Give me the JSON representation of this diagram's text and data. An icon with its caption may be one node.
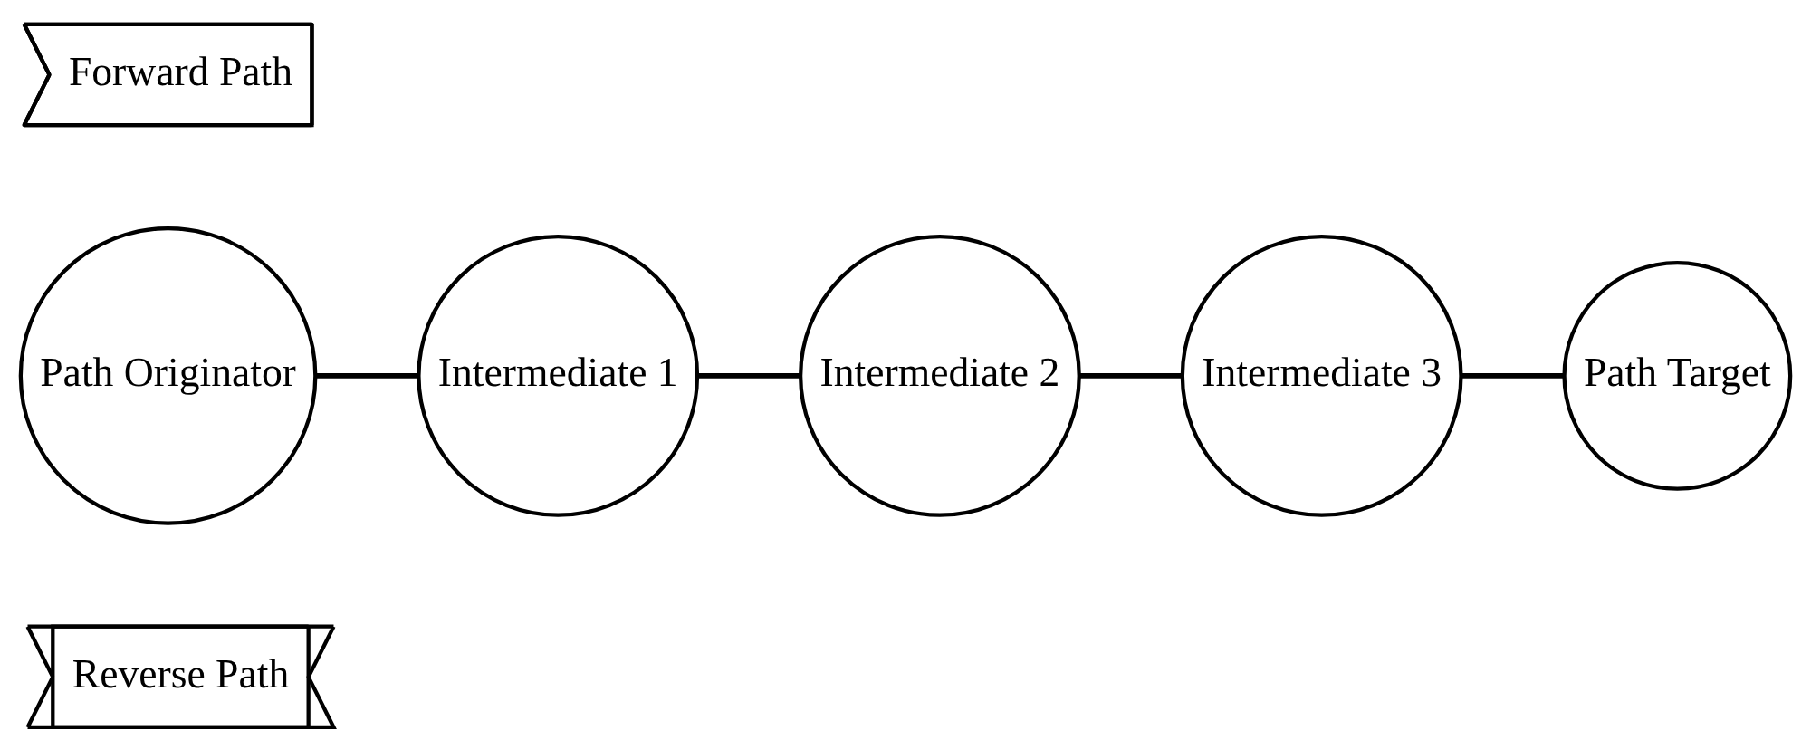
{
  "diagram": {
    "nodes": [
      {
        "text": [
          "Forward Path"
        ]
      },
      {
        "text": [
          "Path Originator"
        ]
      },
      {
        "text": [
          "Intermediate 1"
        ]
      },
      {
        "text": [
          "Intermediate 2"
        ]
      },
      {
        "text": [
          "Intermediate 3"
        ]
      },
      {
        "text": [
          "Path Target"
        ]
      },
      {
        "text": [
          "Reverse Path"
        ]
      }
    ],
    "edges": [
      {
        "from": 1,
        "to": 2,
        "arrow": "none"
      },
      {
        "from": 2,
        "to": 3,
        "arrow": "none"
      },
      {
        "from": 3,
        "to": 4,
        "arrow": "none"
      },
      {
        "from": 4,
        "to": 5,
        "arrow": "none"
      }
    ]
  }
}
